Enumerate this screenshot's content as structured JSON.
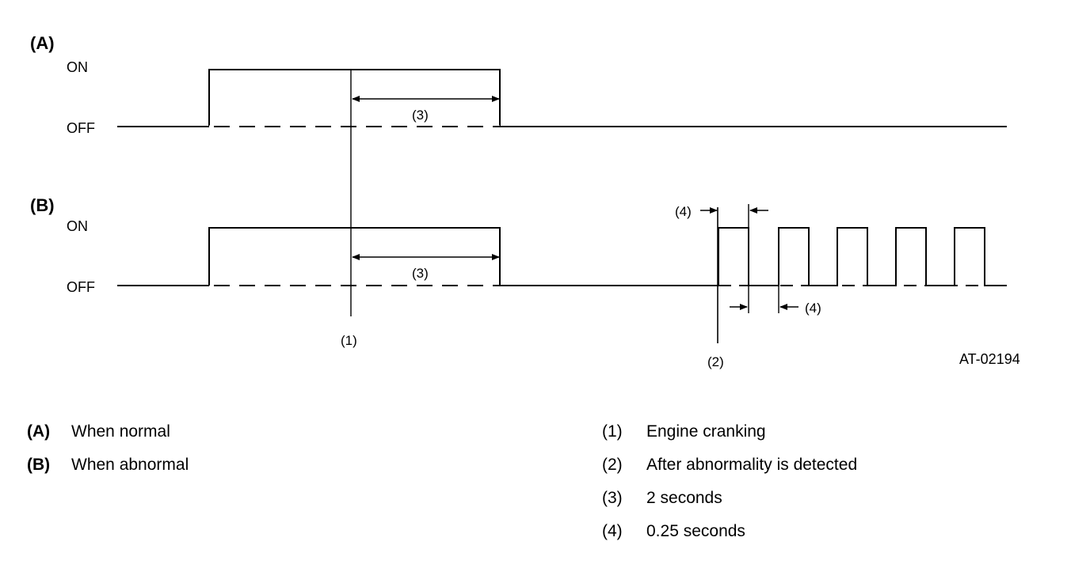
{
  "waveform_a": {
    "label": "(A)",
    "on_label": "ON",
    "off_label": "OFF"
  },
  "waveform_b": {
    "label": "(B)",
    "on_label": "ON",
    "off_label": "OFF"
  },
  "markers": {
    "m1": "(1)",
    "m2": "(2)",
    "m3_a": "(3)",
    "m3_b": "(3)",
    "m4_top": "(4)",
    "m4_bottom": "(4)"
  },
  "figure_code": "AT-02194",
  "legend_left": [
    {
      "key": "(A)",
      "text": "When normal"
    },
    {
      "key": "(B)",
      "text": "When abnormal"
    }
  ],
  "legend_right": [
    {
      "key": "(1)",
      "text": "Engine cranking"
    },
    {
      "key": "(2)",
      "text": "After abnormality is detected"
    },
    {
      "key": "(3)",
      "text": "2 seconds"
    },
    {
      "key": "(4)",
      "text": "0.25 seconds"
    }
  ]
}
